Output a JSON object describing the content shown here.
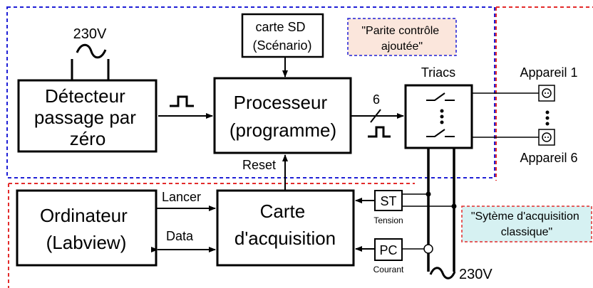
{
  "blocks": {
    "detector": [
      "Détecteur",
      "passage par",
      "zéro"
    ],
    "processor": [
      "Processeur",
      "(programme)"
    ],
    "sd_card": [
      "carte SD",
      "(Scénario)"
    ],
    "triacs": "Triacs",
    "computer": [
      "Ordinateur",
      "(Labview)"
    ],
    "acquisition_card": [
      "Carte",
      "d'acquisition"
    ],
    "st": "ST",
    "pc": "PC"
  },
  "labels": {
    "mains_top": "230V",
    "mains_bottom": "230V",
    "bus_width": "6",
    "reset": "Reset",
    "launch": "Lancer",
    "data": "Data",
    "voltage": "Tension",
    "current": "Courant",
    "device_first": "Appareil 1",
    "device_last": "Appareil 6"
  },
  "notes": {
    "control_part": [
      "\"Parite contrôle",
      "ajoutée\""
    ],
    "acquisition_system": [
      "\"Sytème d'acquisition",
      "classique\""
    ]
  },
  "colors": {
    "control_border": "#1f1fd6",
    "acquisition_border": "#e32b2b",
    "control_note_fill": "#fbe6dc",
    "acquisition_note_fill": "#d6f1f2"
  }
}
